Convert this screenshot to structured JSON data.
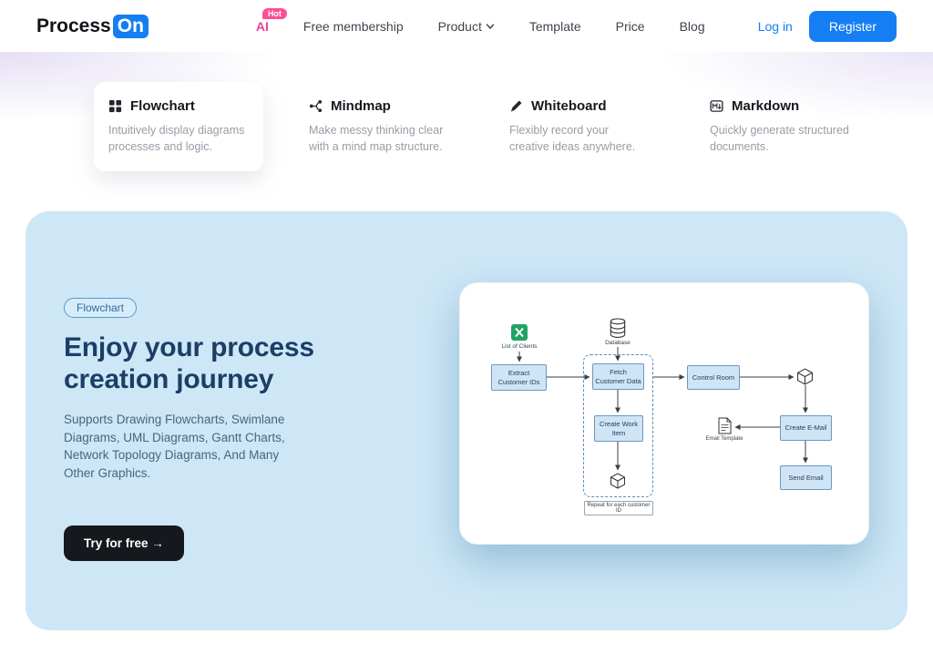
{
  "navbar": {
    "logo_part1": "Process",
    "logo_part2": "On",
    "ai_label": "AI",
    "ai_badge": "Hot",
    "items": [
      "Free membership",
      "Product",
      "Template",
      "Price",
      "Blog"
    ],
    "login": "Log in",
    "register": "Register"
  },
  "features": [
    {
      "title": "Flowchart",
      "desc": "Intuitively display diagrams processes and logic."
    },
    {
      "title": "Mindmap",
      "desc": "Make messy thinking clear with a mind map structure."
    },
    {
      "title": "Whiteboard",
      "desc": "Flexibly record your creative ideas anywhere."
    },
    {
      "title": "Markdown",
      "desc": "Quickly generate structured documents."
    }
  ],
  "hero": {
    "badge": "Flowchart",
    "title_line1": "Enjoy your process",
    "title_line2": "creation journey",
    "description": "Supports Drawing Flowcharts, Swimlane Diagrams, UML Diagrams, Gantt Charts, Network Topology Diagrams, And Many Other Graphics.",
    "cta": "Try for free →"
  },
  "diagram": {
    "list_of_clients": "List of Clients",
    "database": "Database",
    "extract": "Extract Customer IDs",
    "fetch": "Fetch Customer Data",
    "create_work": "Create Work Item",
    "control_room": "Control Room",
    "create_email": "Create E-Mail",
    "send_email": "Send Email",
    "email_template": "Email Template",
    "repeat": "Repeat for each customer ID"
  },
  "colors": {
    "accent_blue": "#157ef3",
    "hero_bg": "#cde7f6",
    "heading_navy": "#1c3e66",
    "hot_pink": "#ff4d94"
  }
}
